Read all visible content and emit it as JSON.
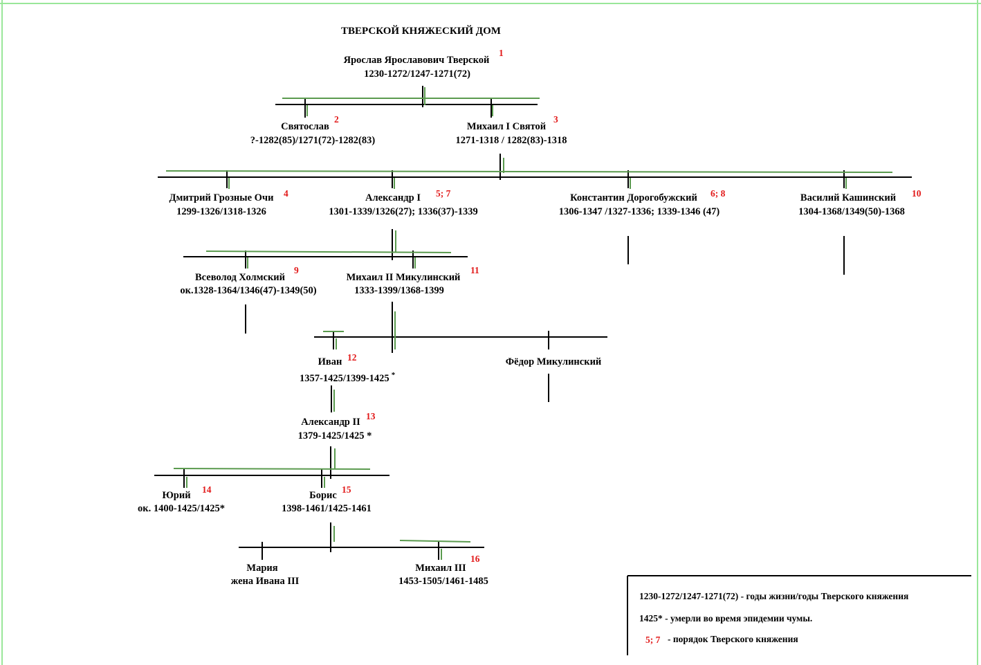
{
  "title": "ТВЕРСКОЙ  КНЯЖЕСКИЙ  ДОМ",
  "colors": {
    "tree_line": "#000000",
    "overlay_line": "#5a9a4e",
    "frame_line": "#99e699",
    "order_number": "#e21a1a"
  },
  "persons": {
    "yaroslav": {
      "name": "Ярослав Ярославович  Тверской",
      "dates": "1230-1272/1247-1271(72)",
      "order": "1"
    },
    "svyatoslav": {
      "name": "Святослав",
      "dates": "?-1282(85)/1271(72)-1282(83)",
      "order": "2"
    },
    "mikhail1": {
      "name": "Михаил I  Святой",
      "dates": "1271-1318 / 1282(83)-1318",
      "order": "3"
    },
    "dmitry": {
      "name": "Дмитрий  Грозные Очи",
      "dates": "1299-1326/1318-1326",
      "order": "4"
    },
    "alexander1": {
      "name": "Александр I",
      "dates": "1301-1339/1326(27); 1336(37)-1339",
      "order": "5; 7"
    },
    "konstantin": {
      "name": "Константин Дорогобужский",
      "dates": "1306-1347 /1327-1336; 1339-1346 (47)",
      "order": "6; 8"
    },
    "vasily": {
      "name": "Василий Кашинский",
      "dates": "1304-1368/1349(50)-1368",
      "order": "10"
    },
    "vsevolod": {
      "name": "Всеволод Холмский",
      "dates": "ок.1328-1364/1346(47)-1349(50)",
      "order": "9"
    },
    "mikhail2": {
      "name": "Михаил II Микулинский",
      "dates": "1333-1399/1368-1399",
      "order": "11"
    },
    "ivan": {
      "name": "Иван",
      "dates": "1357-1425/1399-1425",
      "order": "12",
      "mark": "*"
    },
    "fyodor": {
      "name": "Фёдор  Микулинский"
    },
    "alexander2": {
      "name": "Александр II",
      "dates": "1379-1425/1425 *",
      "order": "13"
    },
    "yury": {
      "name": "Юрий",
      "dates": "ок. 1400-1425/1425*",
      "order": "14"
    },
    "boris": {
      "name": "Борис",
      "dates": "1398-1461/1425-1461",
      "order": "15"
    },
    "maria": {
      "name": "Мария",
      "note": "жена Ивана III"
    },
    "mikhail3": {
      "name": "Михаил III",
      "dates": "1453-1505/1461-1485",
      "order": "16"
    }
  },
  "legend": {
    "line1": "1230-1272/1247-1271(72) - годы жизни/годы Тверского княжения",
    "line2": "1425* - умерли во время эпидемии чумы.",
    "line3_number": "5; 7",
    "line3_text": "- порядок  Тверского  княжения"
  }
}
